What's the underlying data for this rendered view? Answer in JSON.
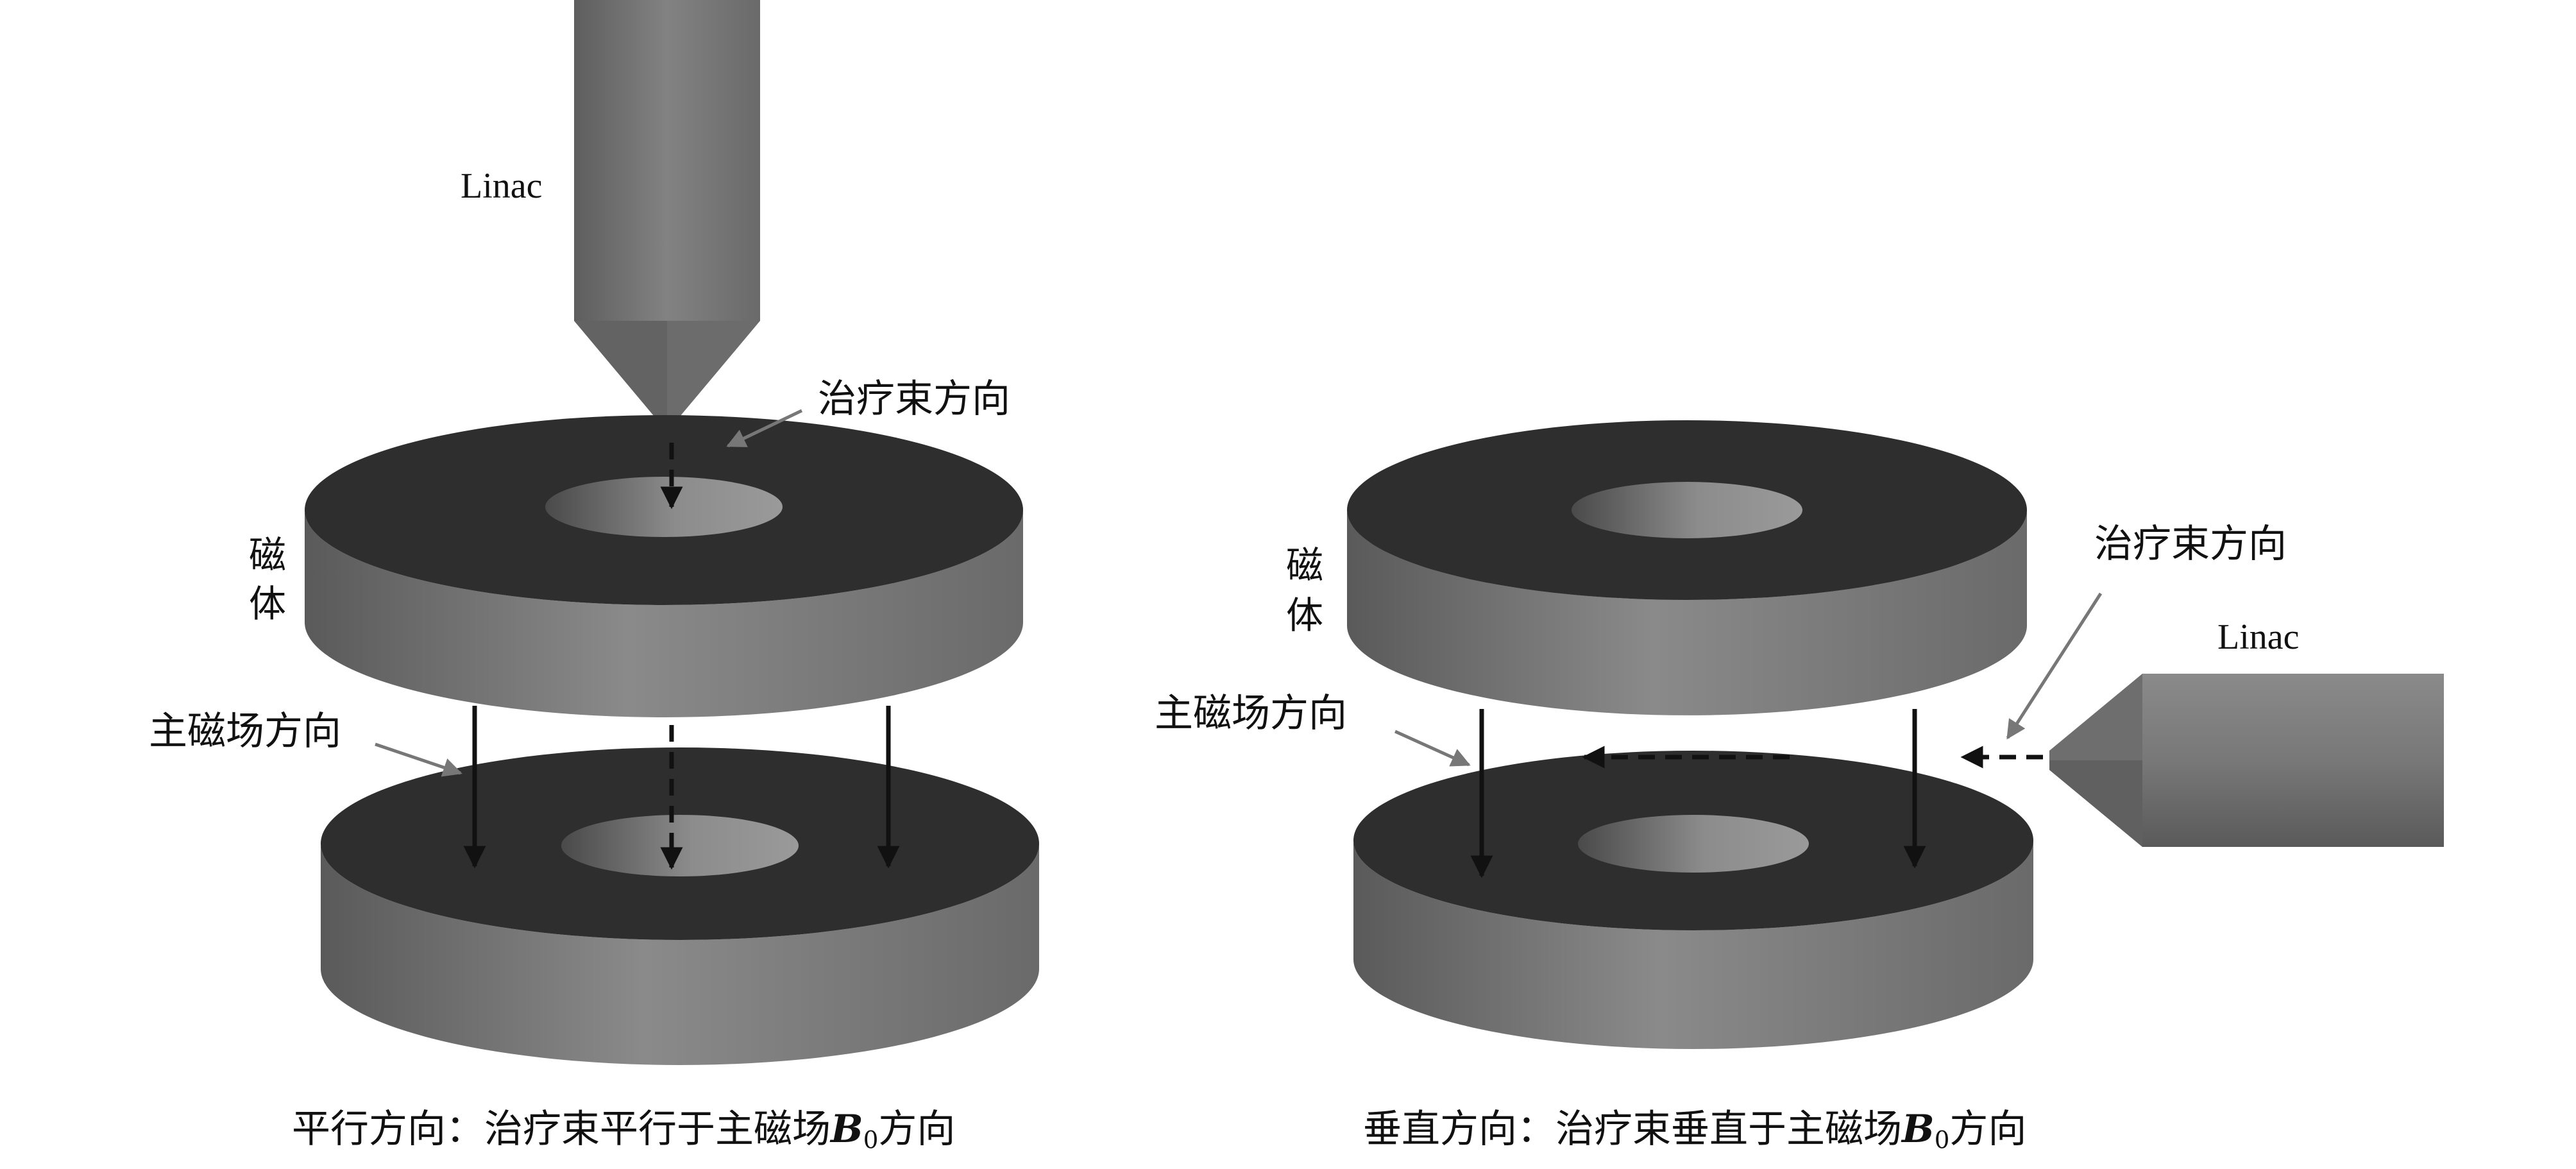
{
  "left_panel": {
    "linac_label": "Linac",
    "beam_direction_label": "治疗束方向",
    "magnet_label_char1": "磁",
    "magnet_label_char2": "体",
    "field_direction_label": "主磁场方向",
    "caption_prefix": "平行方向：治疗束平行于主磁场",
    "caption_symbol": "B",
    "caption_subscript": "0",
    "caption_suffix": "方向"
  },
  "right_panel": {
    "linac_label": "Linac",
    "beam_direction_label": "治疗束方向",
    "magnet_label_char1": "磁",
    "magnet_label_char2": "体",
    "field_direction_label": "主磁场方向",
    "caption_prefix": "垂直方向：治疗束垂直于主磁场",
    "caption_symbol": "B",
    "caption_subscript": "0",
    "caption_suffix": "方向"
  },
  "colors": {
    "ring_top": "#2e2e2e",
    "ring_side": "#787878",
    "linac": "#6f6f6f",
    "arrow": "#111111",
    "pointer": "#777777"
  }
}
